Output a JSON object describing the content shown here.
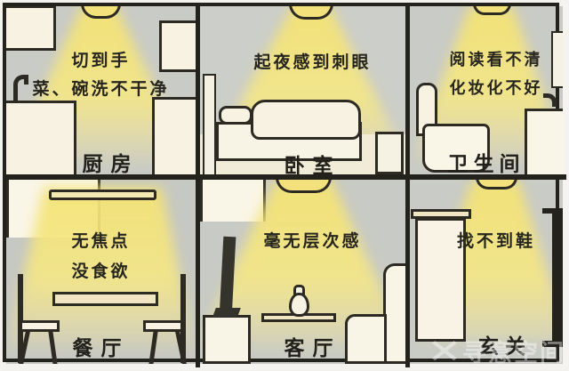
{
  "rooms": [
    {
      "name": "kitchen",
      "label": "厨房",
      "problem_lines": [
        "切到手",
        "菜、碗洗不干净"
      ]
    },
    {
      "name": "bedroom",
      "label": "卧室",
      "problem_lines": [
        "起夜感到刺眼"
      ]
    },
    {
      "name": "bathroom",
      "label": "卫生间",
      "problem_lines": [
        "阅读看不清",
        "化妆化不好"
      ]
    },
    {
      "name": "dining",
      "label": "餐厅",
      "problem_lines": [
        "无焦点",
        "没食欲"
      ]
    },
    {
      "name": "living",
      "label": "客厅",
      "problem_lines": [
        "毫无层次感"
      ]
    },
    {
      "name": "entry",
      "label": "玄关",
      "problem_lines": [
        "找不到鞋"
      ]
    }
  ],
  "watermark": {
    "logo_glyph": "✕",
    "text": "寻意空间"
  },
  "colors": {
    "wall": "#c9cbc6",
    "light_glow": "#f3e274",
    "furniture_cream": "#f7f2e1",
    "outline": "#2c2a23",
    "frame": "#23221d"
  }
}
